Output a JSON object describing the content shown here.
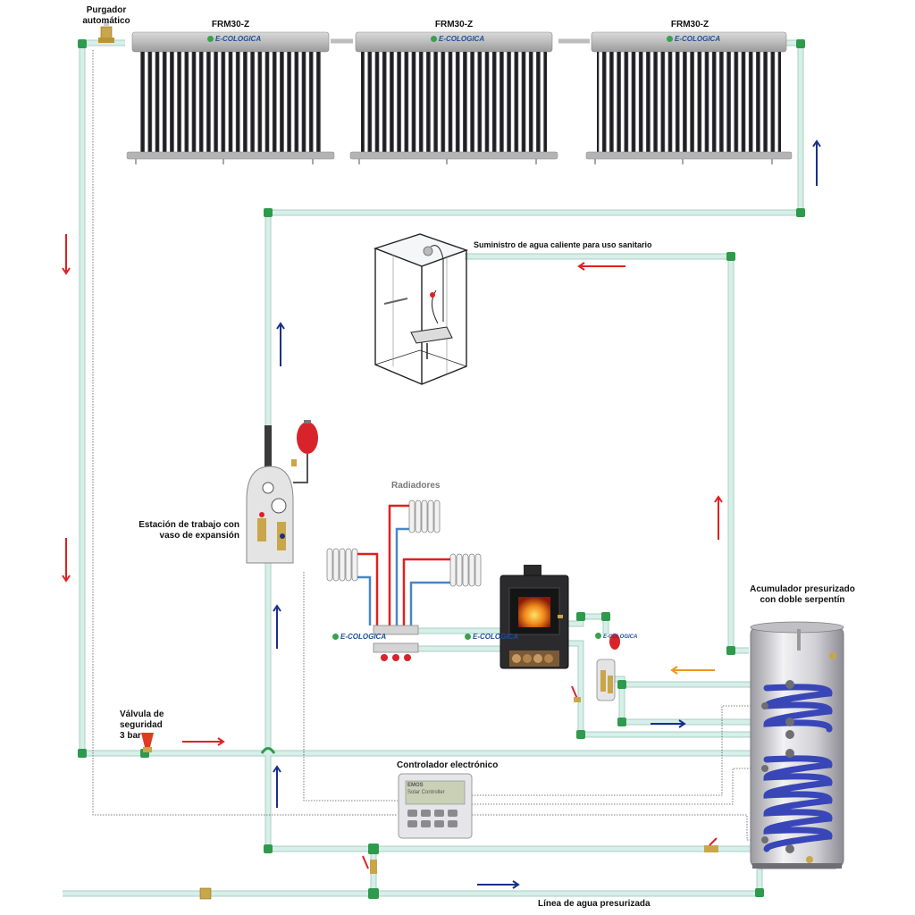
{
  "labels": {
    "air_vent": "Purgador automático",
    "collector_1": "FRM30-Z",
    "collector_2": "FRM30-Z",
    "collector_3": "FRM30-Z",
    "hot_water_supply": "Suministro de agua caliente para uso sanitario",
    "radiators": "Radiadores",
    "work_station": "Estación de trabajo con vaso de expansión",
    "tank": "Acumulador presurizado con doble serpentín",
    "safety_valve": "Válvula de seguridad 3 bar",
    "controller": "Controlador electrónico",
    "pressurized_line": "Línea de agua presurizada"
  },
  "brand": {
    "name": "E-COLOGICA",
    "collector_1": "E-COLOGICA",
    "collector_2": "E-COLOGICA",
    "collector_3": "E-COLOGICA",
    "manifold": "E-COLOGICA",
    "stove": "E-COLOGICA",
    "boiler_station": "E-COLOGICA"
  },
  "controller_screen": {
    "brand": "EMOS",
    "line": "Solar Controller"
  },
  "colors": {
    "pipe": "#d6efe8",
    "pipe_edge": "#a9cfc3",
    "elbow": "#2e9a4c",
    "hot_arrow": "#e02020",
    "cold_arrow": "#1a2f8a",
    "orange_arrow": "#f0961e",
    "coil": "#3846b8"
  }
}
